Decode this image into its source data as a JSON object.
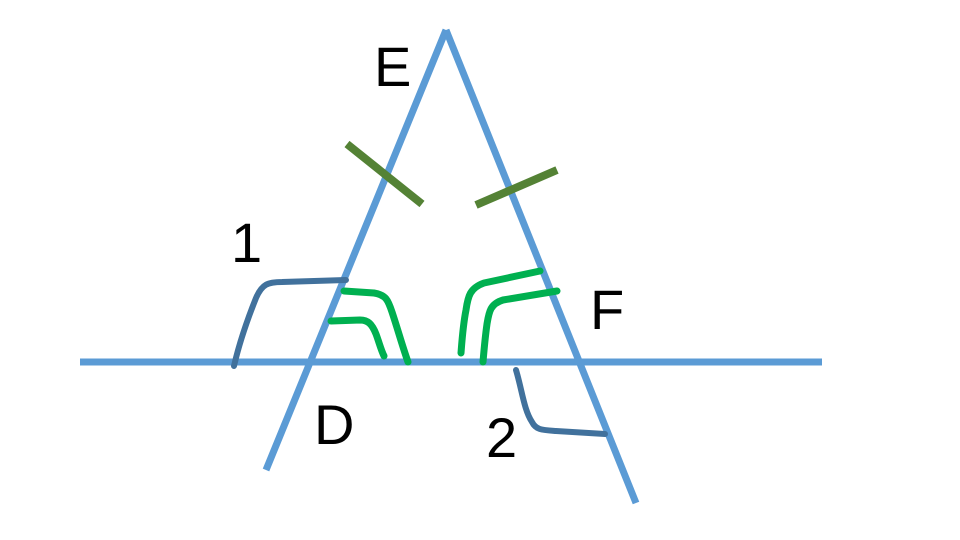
{
  "diagram": {
    "points": {
      "E": "E",
      "D": "D",
      "F": "F"
    },
    "angles": {
      "one": "1",
      "two": "2"
    },
    "colors": {
      "line": "#5b9bd5",
      "tick": "#548235",
      "angle_arc_inner": "#00b050",
      "angle_arc_outer": "#41719c"
    }
  }
}
